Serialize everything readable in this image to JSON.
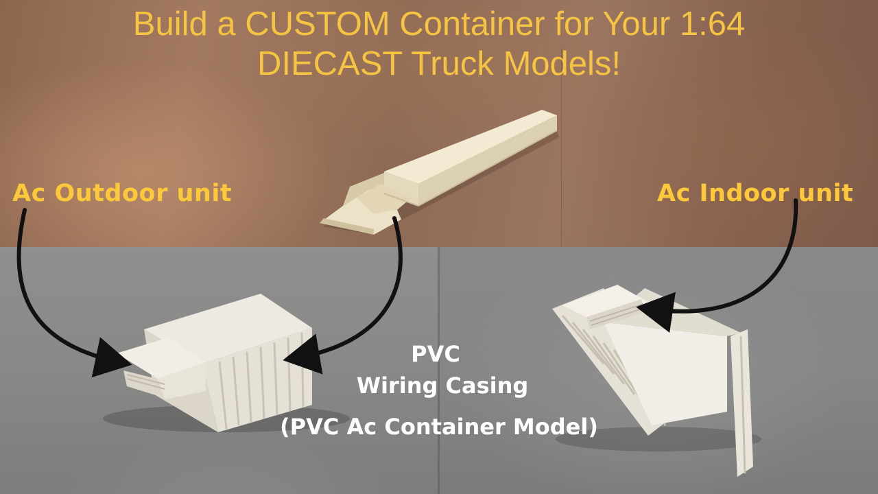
{
  "title": {
    "line1": "Build a CUSTOM Container for Your 1:64",
    "line2": "DIECAST Truck Models!"
  },
  "labels": {
    "outdoor": "Ac Outdoor unit",
    "indoor": "Ac Indoor unit"
  },
  "caption": {
    "line1": "PVC",
    "line2": "Wiring Casing",
    "line3": "(PVC Ac Container Model)"
  },
  "colors": {
    "title": "#f5c443",
    "labels": "#fdc93a",
    "caption": "#ffffff",
    "arrows": "#111111",
    "pvc": "#efe6cf"
  }
}
